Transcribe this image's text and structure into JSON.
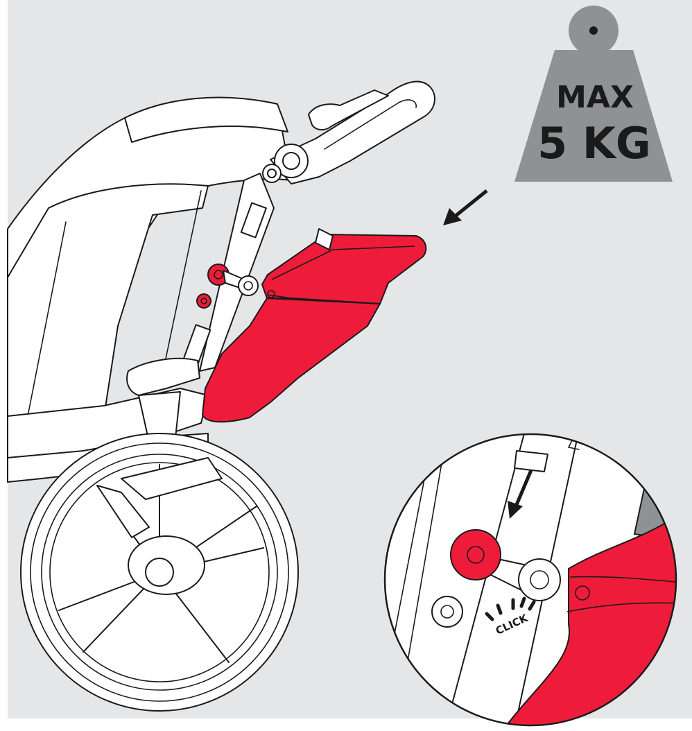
{
  "weight_label": {
    "line1": "MAX",
    "line2": "5 KG"
  },
  "callout_label": "CLICK",
  "colors": {
    "background": "#e5e6e8",
    "accent_red": "#ee1c3a",
    "weight_gray": "#8f9294",
    "outline": "#1a1a1a"
  }
}
